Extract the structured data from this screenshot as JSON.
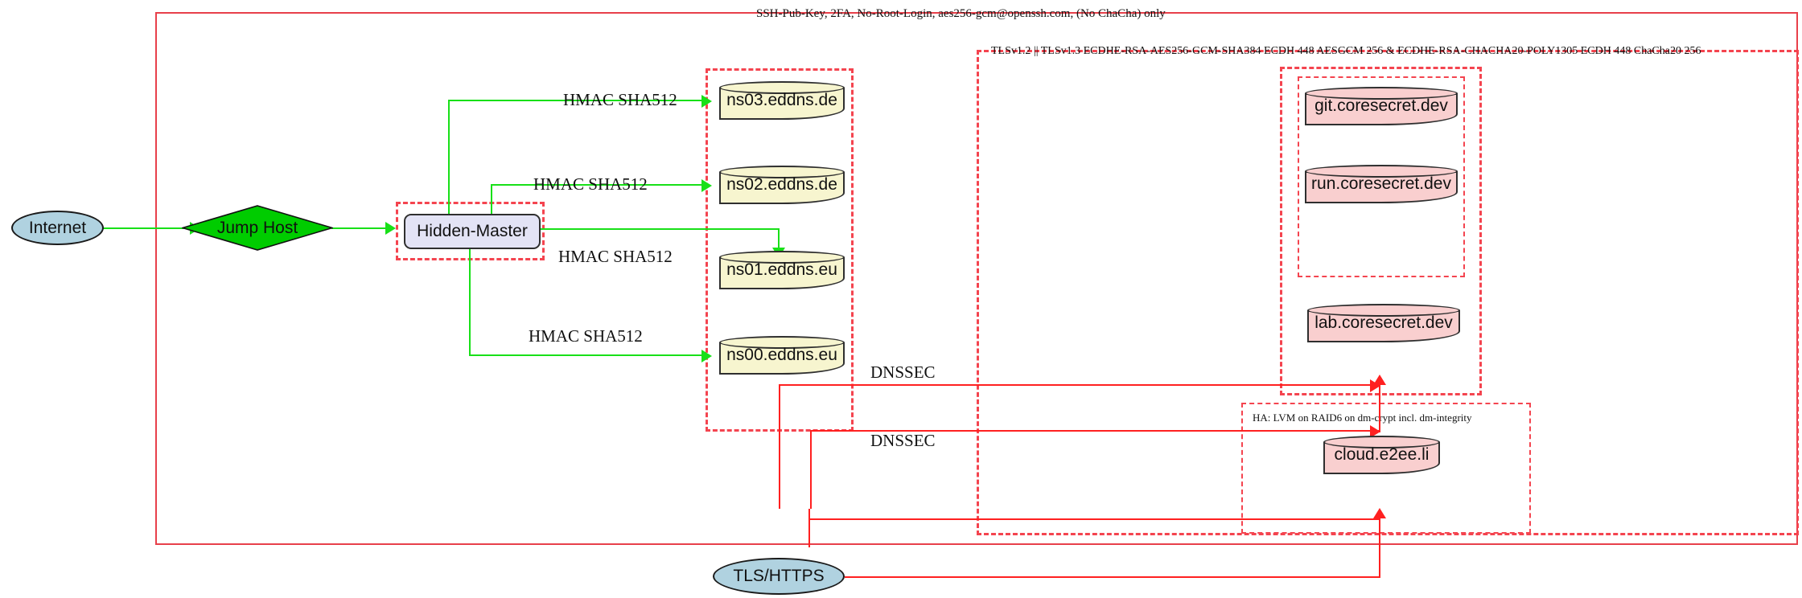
{
  "diagram": {
    "title_zones": {
      "ssh_zone_label": "SSH-Pub-Key, 2FA, No-Root-Login, aes256-gcm@openssh.com, (No ChaCha) only",
      "tls_zone_label": "TLSv1.2 || TLSv1.3 ECDHE-RSA-AES256-GCM-SHA384 ECDH 448 AESGCM 256 & ECDHE-RSA-CHACHA20-POLY1305 ECDH 448 ChaCha20 256",
      "ha_zone_label": "HA: LVM on RAID6 on dm-crypt incl. dm-integrity"
    },
    "nodes": {
      "internet": "Internet",
      "jump_host": "Jump Host",
      "hidden_master": "Hidden-Master",
      "ns03": "ns03.eddns.de",
      "ns02": "ns02.eddns.de",
      "ns01": "ns01.eddns.eu",
      "ns00": "ns00.eddns.eu",
      "git": "git.coresecret.dev",
      "run": "run.coresecret.dev",
      "lab": "lab.coresecret.dev",
      "cloud": "cloud.e2ee.li",
      "tls_https": "TLS/HTTPS"
    },
    "edge_labels": {
      "hmac_ns03": "HMAC SHA512",
      "hmac_ns02": "HMAC SHA512",
      "hmac_ns01": "HMAC SHA512",
      "hmac_ns00": "HMAC SHA512",
      "dnssec_upper": "DNSSEC",
      "dnssec_lower": "DNSSEC"
    },
    "colors": {
      "zone_border": "#f4444f",
      "outer_border": "#e8404a",
      "secure_link": "#18e018",
      "tls_link": "#ff2020",
      "dns_node_fill": "#f7f5cf",
      "service_node_fill": "#f9cfcf",
      "master_node_fill": "#e3e3f5",
      "endpoint_fill": "#b0d2e0",
      "jump_fill": "#00cc00"
    }
  }
}
